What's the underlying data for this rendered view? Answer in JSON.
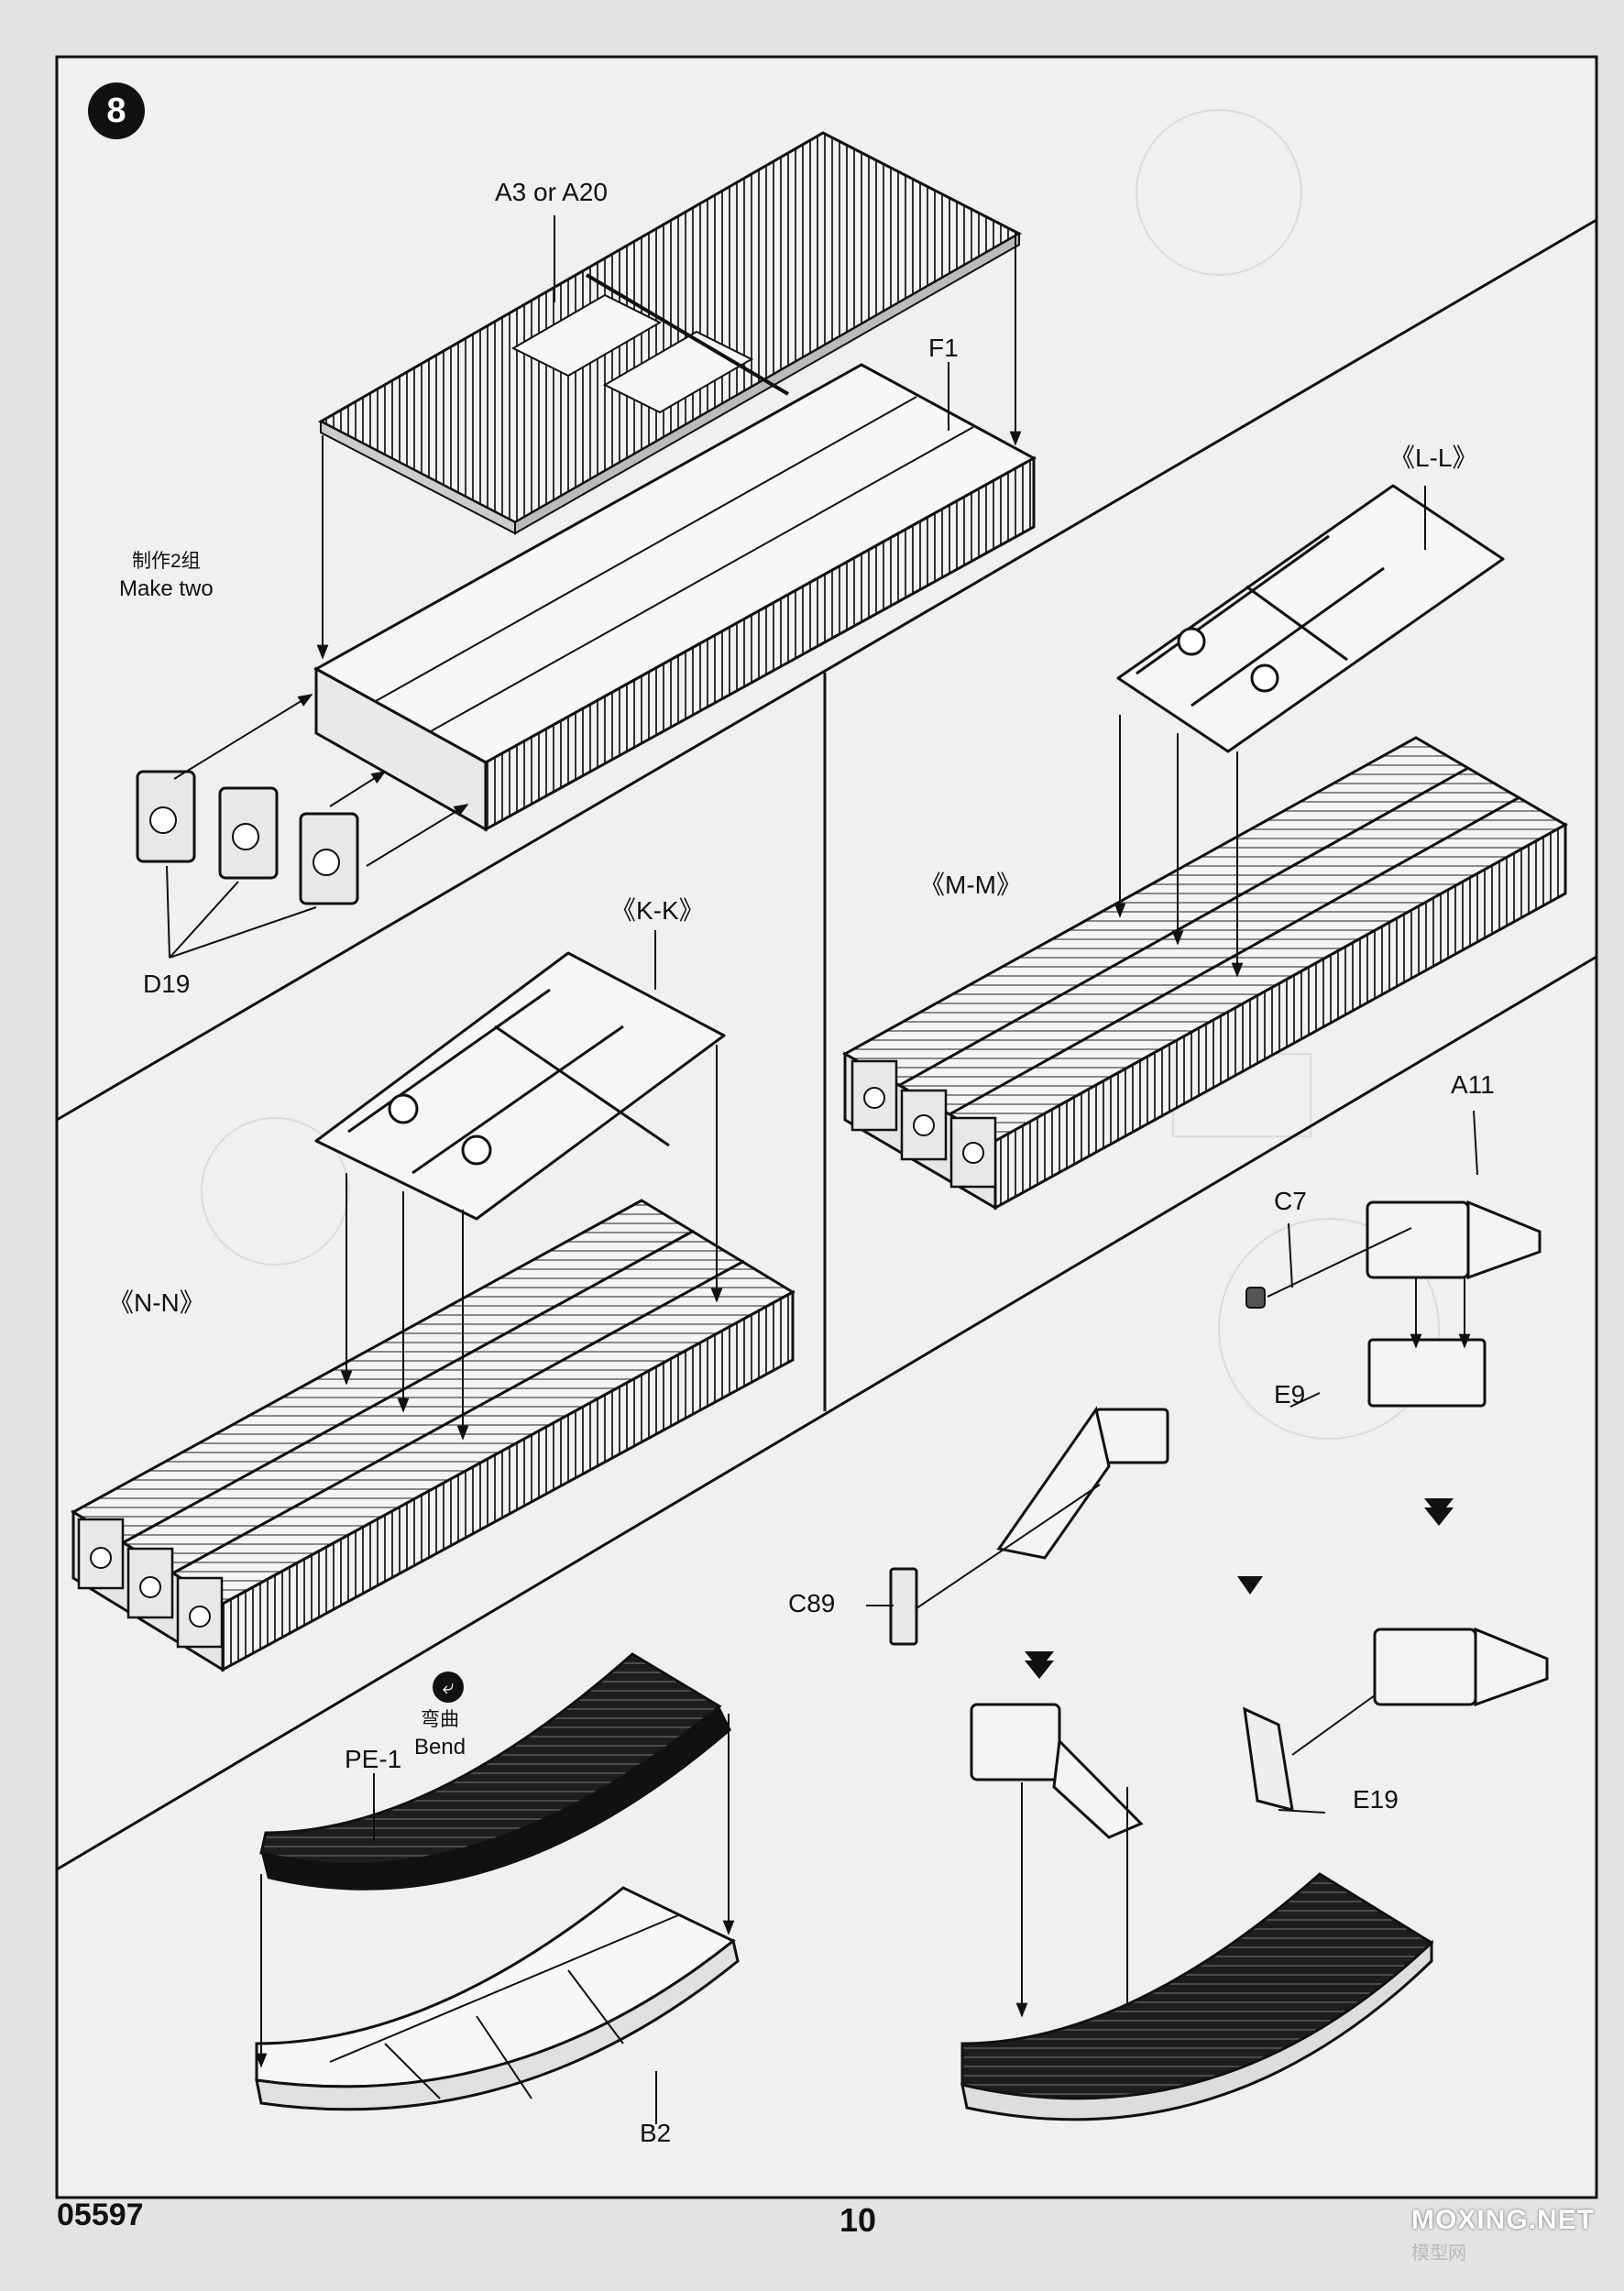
{
  "step": {
    "number": "8"
  },
  "labels": {
    "a3_or_a20": "A3 or A20",
    "f1": "F1",
    "d19": "D19",
    "ll": "《L-L》",
    "kk": "《K-K》",
    "mm": "《M-M》",
    "nn": "《N-N》",
    "a11": "A11",
    "c7": "C7",
    "e9": "E9",
    "c89": "C89",
    "e19": "E19",
    "pe1": "PE-1",
    "b2": "B2"
  },
  "notes": {
    "make_two_cn": "制作2组",
    "make_two_en": "Make two",
    "bend_cn": "弯曲",
    "bend_en": "Bend"
  },
  "footer": {
    "code": "05597",
    "page": "10",
    "watermark": "MOXING.NET",
    "watermark_sub": "模型网"
  },
  "icons": {
    "step-badge": "numbered-circle",
    "bend": "bend-icon",
    "flow": "down-arrow-icon"
  },
  "colors": {
    "paper": "#e3e3e6",
    "ink": "#111111",
    "badge": "#111111"
  }
}
